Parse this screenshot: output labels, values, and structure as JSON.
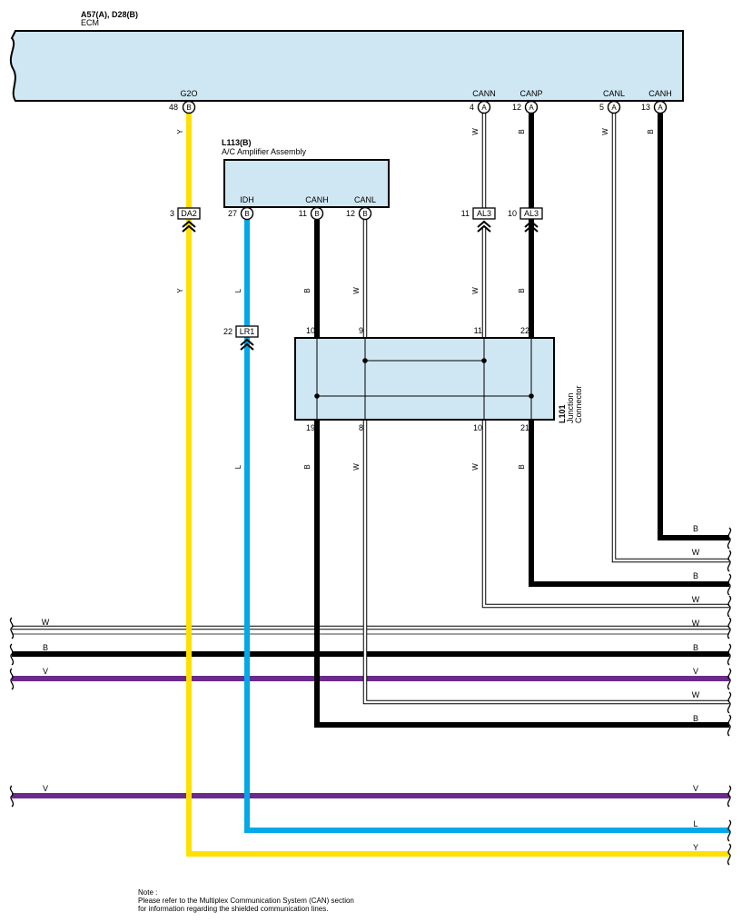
{
  "colors": {
    "B": "#000000",
    "W": "#ffffff",
    "Y": "#ffe000",
    "L": "#00a9e8",
    "V": "#6a2b8c",
    "component_fill": "#cfe7f3"
  },
  "ecm": {
    "ref": "A57(A), D28(B)",
    "name": "ECM",
    "pins": [
      {
        "label": "G2O",
        "pin": "48",
        "conn": "B"
      },
      {
        "label": "CANN",
        "pin": "4",
        "conn": "A"
      },
      {
        "label": "CANP",
        "pin": "12",
        "conn": "A"
      },
      {
        "label": "CANL",
        "pin": "5",
        "conn": "A"
      },
      {
        "label": "CANH",
        "pin": "13",
        "conn": "A"
      }
    ]
  },
  "amplifier": {
    "ref": "L113(B)",
    "name": "A/C Amplifier Assembly",
    "pins": [
      {
        "label": "IDH",
        "pin": "27",
        "conn": "B"
      },
      {
        "label": "CANH",
        "pin": "11",
        "conn": "B"
      },
      {
        "label": "CANL",
        "pin": "12",
        "conn": "B"
      }
    ]
  },
  "connectors": [
    {
      "pin": "3",
      "name": "DA2"
    },
    {
      "pin": "11",
      "name": "AL3"
    },
    {
      "pin": "10",
      "name": "AL3"
    },
    {
      "pin": "22",
      "name": "LR1"
    }
  ],
  "junction": {
    "ref": "L101",
    "name_line1": "Junction",
    "name_line2": "Connector",
    "top_pins": [
      "10",
      "9",
      "11",
      "22"
    ],
    "bottom_pins": [
      "19",
      "8",
      "10",
      "21"
    ]
  },
  "wire_labels": {
    "g2o": "Y",
    "cann": "W",
    "canp": "B",
    "canl": "W",
    "canh": "B",
    "idh": "L",
    "amp_canh": "B",
    "amp_canl": "W"
  },
  "bus_left_labels": [
    "W",
    "B",
    "V",
    "V"
  ],
  "bus_right_labels": [
    "B",
    "W",
    "B",
    "W",
    "W",
    "B",
    "V",
    "W",
    "B",
    "V",
    "L",
    "Y"
  ],
  "note": {
    "line1": "Note :",
    "line2": "Please refer to the Multiplex Communication System (CAN) section",
    "line3": "for information regarding the shielded communication lines."
  }
}
